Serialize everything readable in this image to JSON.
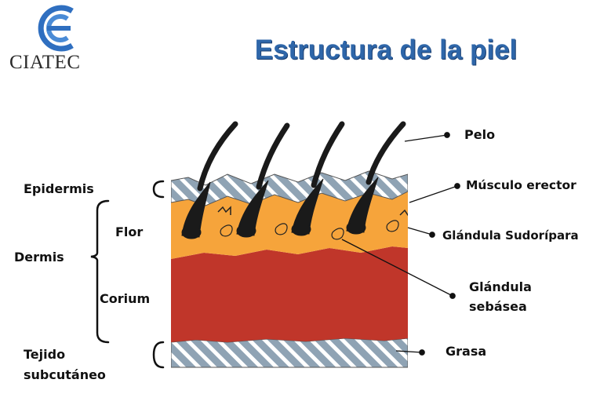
{
  "header": {
    "logo_text": "CIATEC",
    "title": "Estructura de la piel"
  },
  "left_labels": {
    "epidermis": "Epidermis",
    "dermis": "Dermis",
    "flor": "Flor",
    "corium": "Corium",
    "tejido_line1": "Tejido",
    "tejido_line2": "subcutáneo"
  },
  "right_labels": {
    "pelo": "Pelo",
    "musculo": "Músculo erector",
    "glandula_sudoripara": "Glándula Sudorípara",
    "glandula_sebasea_line1": "Glándula",
    "glandula_sebasea_line2": "sebásea",
    "grasa": "Grasa"
  },
  "colors": {
    "title": "#2e66a9",
    "flor_layer": "#f6a43b",
    "corium_layer": "#c0362a",
    "hatch_layer": "#8fa3b4",
    "hair": "#1a1a1a",
    "logo_blue": "#3f7fc8"
  }
}
